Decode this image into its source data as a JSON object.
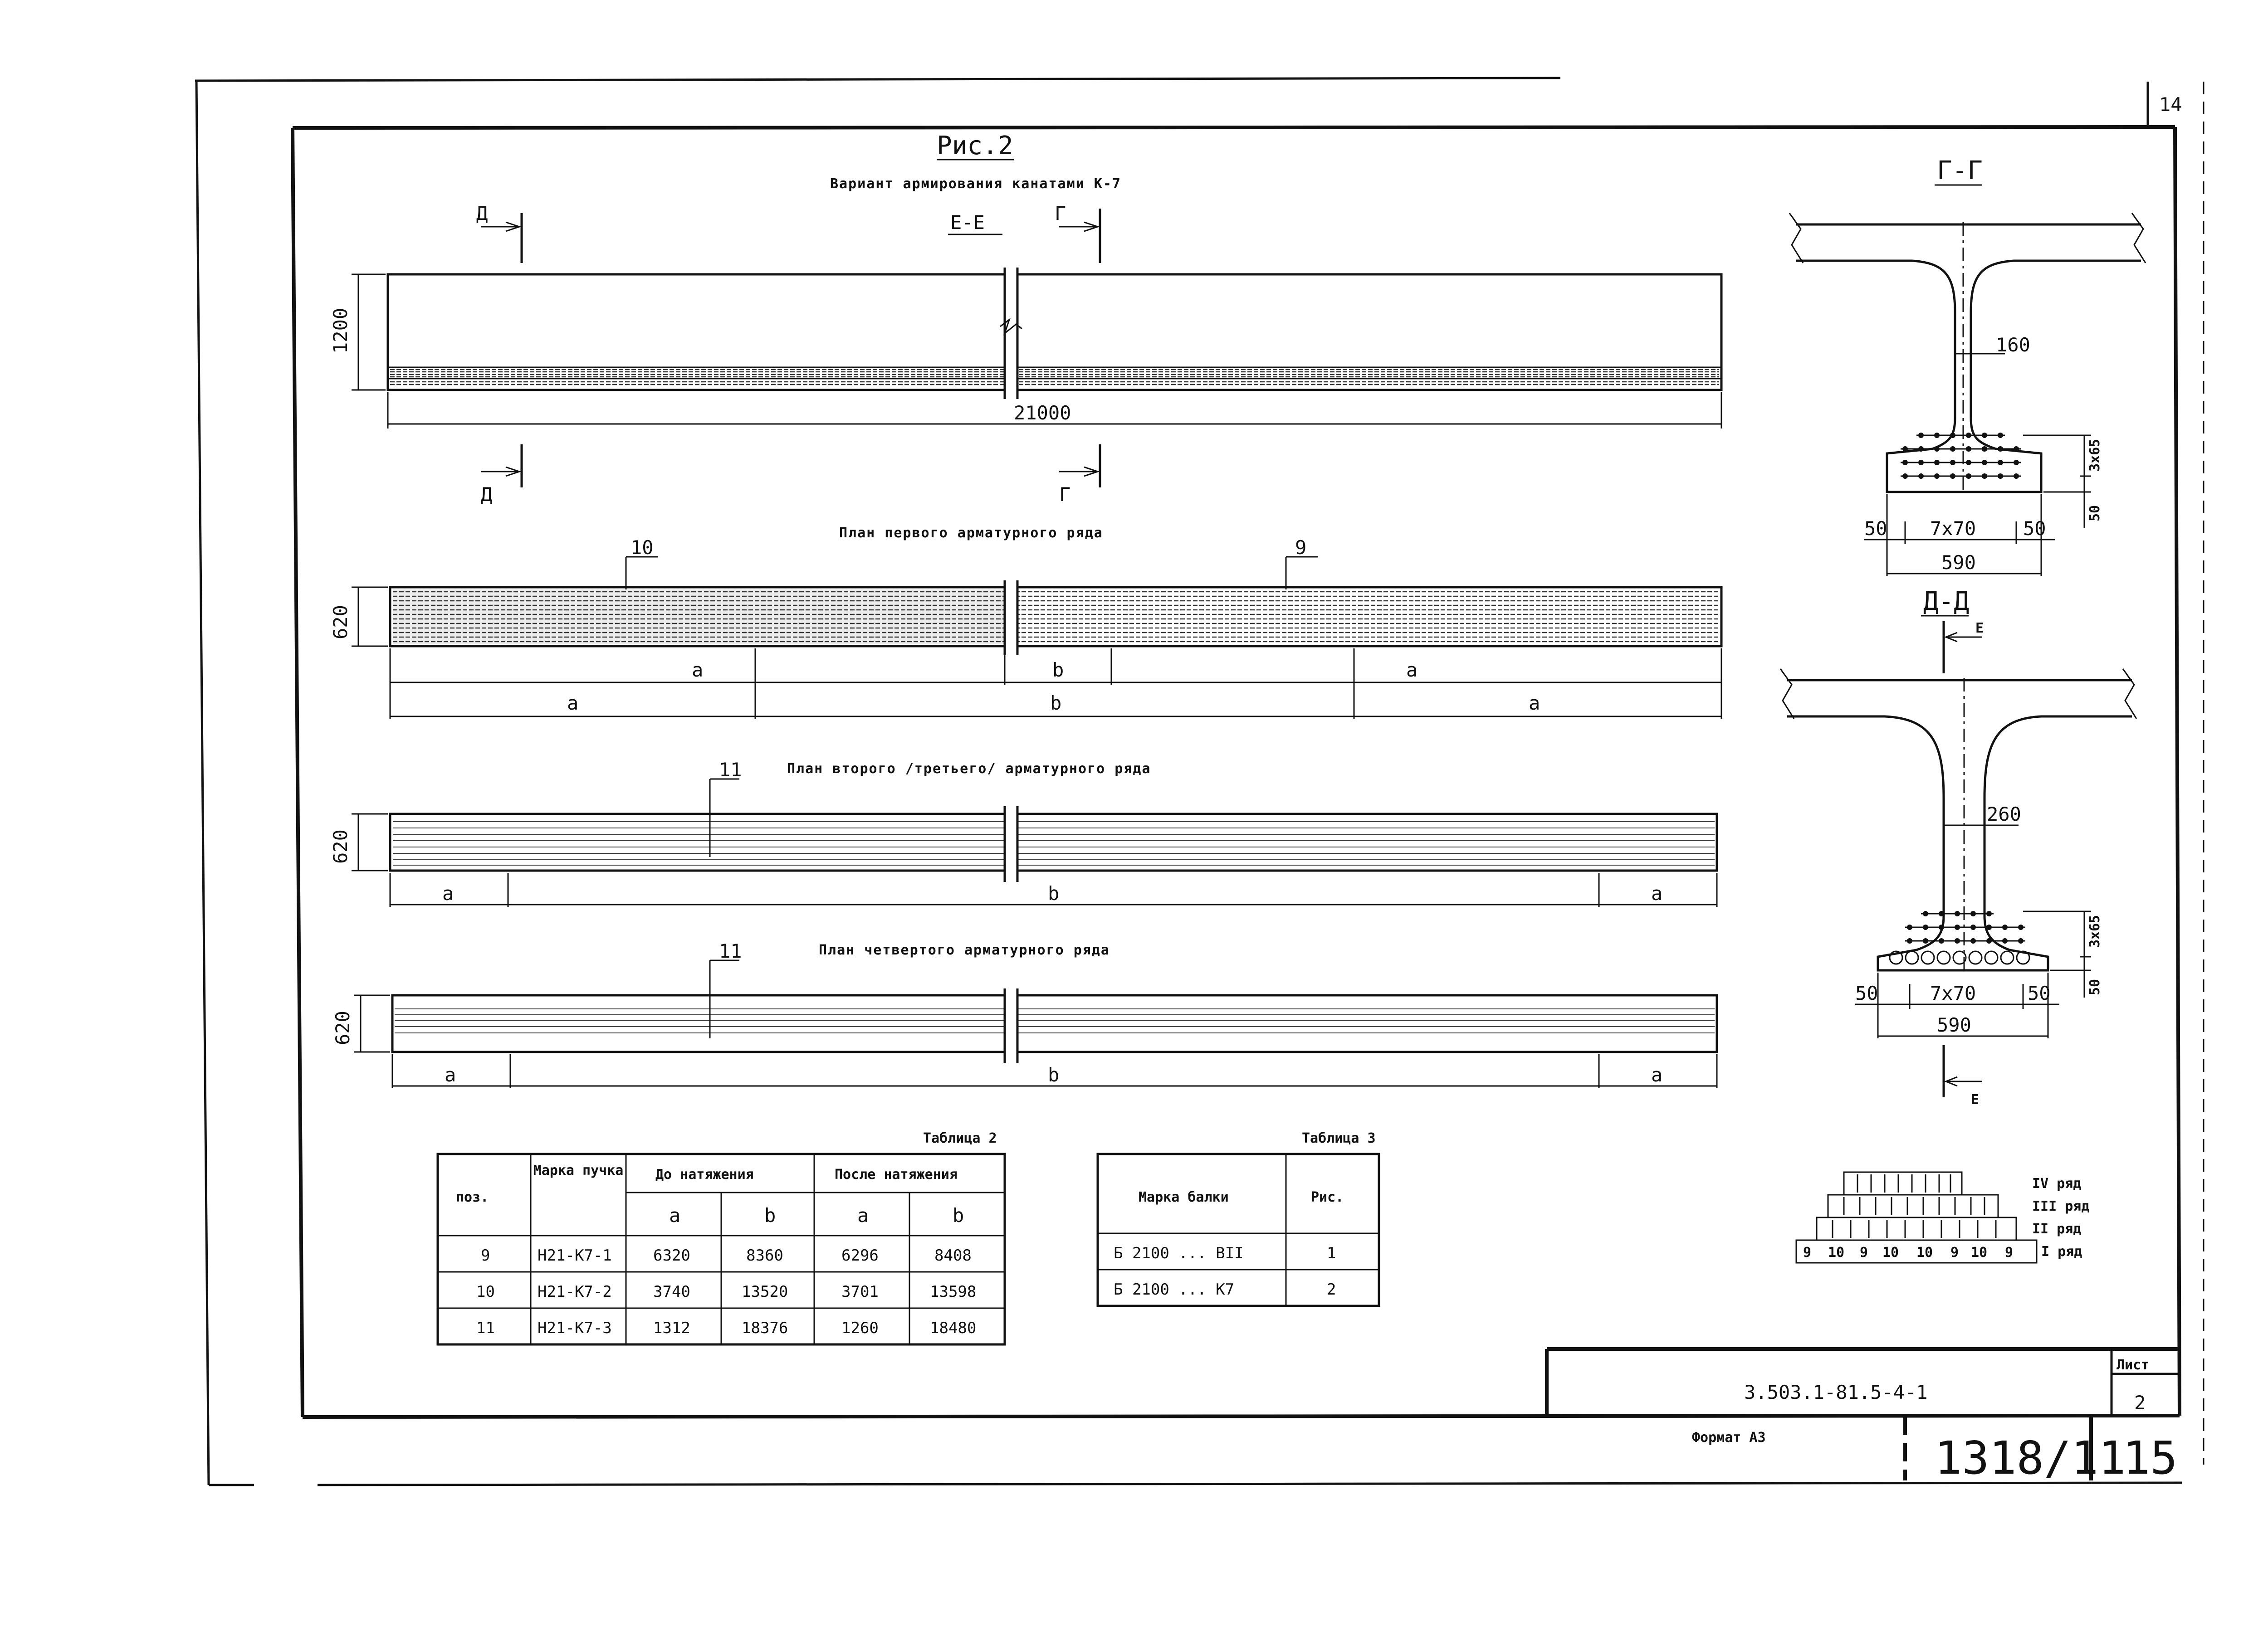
{
  "page": {
    "sheet_no_top": "14",
    "code": "3.503.1-81.5-4-1",
    "list_label": "Лист",
    "list_no": "2",
    "format": "Формат А3",
    "archive_no": "1318/11",
    "page_no": "15"
  },
  "figure": {
    "title": "Рис.2",
    "subtitle": "Вариант армирования канатами К-7",
    "section_e": "Е-Е",
    "arrow_d": "Д",
    "arrow_g": "Г",
    "height_dim": "1200",
    "length_dim": "21000"
  },
  "plan1": {
    "title": "План первого арматурного ряда",
    "width_dim": "620",
    "pos_left": "10",
    "pos_right": "9",
    "dims_top": [
      "a",
      "b",
      "a"
    ],
    "dims_bottom": [
      "a",
      "b",
      "a"
    ]
  },
  "plan2": {
    "title": "План второго /третьего/ арматурного ряда",
    "width_dim": "620",
    "pos": "11",
    "dims": [
      "a",
      "b",
      "a"
    ]
  },
  "plan4": {
    "title": "План четвертого арматурного ряда",
    "width_dim": "620",
    "pos": "11",
    "dims": [
      "a",
      "b",
      "a"
    ]
  },
  "section_gg": {
    "title": "Г-Г",
    "web": "160",
    "rows_dim": "3х65",
    "bottom_dim": "50",
    "pitch": "7х70",
    "edge_left": "50",
    "edge_right": "50",
    "width": "590"
  },
  "section_dd": {
    "title": "Д-Д",
    "arrow": "Е",
    "web": "260",
    "rows_dim": "3х65",
    "bottom_dim": "50",
    "pitch": "7х70",
    "edge_left": "50",
    "edge_right": "50",
    "width": "590"
  },
  "table2": {
    "caption": "Таблица 2",
    "h_pos": "поз.",
    "h_mark": "Марка пучка",
    "h_before": "До натяжения",
    "h_after": "После натяжения",
    "h_a": "a",
    "h_b": "b",
    "rows": [
      {
        "pos": "9",
        "mark": "Н21-К7-1",
        "a1": "6320",
        "b1": "8360",
        "a2": "6296",
        "b2": "8408"
      },
      {
        "pos": "10",
        "mark": "Н21-К7-2",
        "a1": "3740",
        "b1": "13520",
        "a2": "3701",
        "b2": "13598"
      },
      {
        "pos": "11",
        "mark": "Н21-К7-3",
        "a1": "1312",
        "b1": "18376",
        "a2": "1260",
        "b2": "18480"
      }
    ]
  },
  "table3": {
    "caption": "Таблица 3",
    "h_mark": "Марка балки",
    "h_fig": "Рис.",
    "rows": [
      {
        "mark": "Б 2100 ... ВII",
        "fig": "1"
      },
      {
        "mark": "Б 2100 ... К7",
        "fig": "2"
      }
    ]
  },
  "legend": {
    "row4": "IV ряд",
    "row3": "III ряд",
    "row2": "II ряд",
    "row1": "I ряд",
    "row1_marks": [
      "9",
      "10",
      "9",
      "10",
      "10",
      "9",
      "10",
      "9"
    ]
  }
}
